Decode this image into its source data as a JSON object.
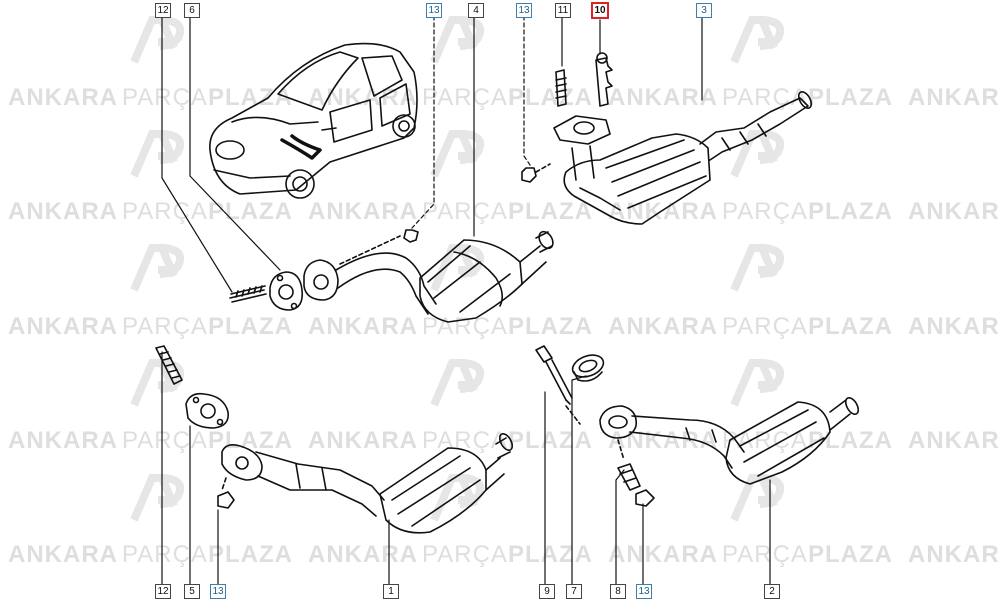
{
  "watermark": {
    "brand_parts": [
      "ANKARA",
      "PARÇA",
      "PLAZA"
    ],
    "color": "#dedede",
    "logo_color": "#e6e6e6"
  },
  "colors": {
    "callout_border": "#444444",
    "callout_blue": "#3d7fa8",
    "selected": "#e02020",
    "line": "#111111"
  },
  "callouts": [
    {
      "label": "12",
      "style": "plain"
    },
    {
      "label": "6",
      "style": "plain"
    },
    {
      "label": "13",
      "style": "blue"
    },
    {
      "label": "4",
      "style": "plain"
    },
    {
      "label": "13",
      "style": "blue"
    },
    {
      "label": "11",
      "style": "plain"
    },
    {
      "label": "10",
      "style": "selected"
    },
    {
      "label": "3",
      "style": "blue"
    },
    {
      "label": "12",
      "style": "plain"
    },
    {
      "label": "5",
      "style": "plain"
    },
    {
      "label": "13",
      "style": "blue"
    },
    {
      "label": "1",
      "style": "plain"
    },
    {
      "label": "9",
      "style": "plain"
    },
    {
      "label": "7",
      "style": "plain"
    },
    {
      "label": "8",
      "style": "plain"
    },
    {
      "label": "13",
      "style": "blue"
    },
    {
      "label": "2",
      "style": "plain"
    }
  ]
}
